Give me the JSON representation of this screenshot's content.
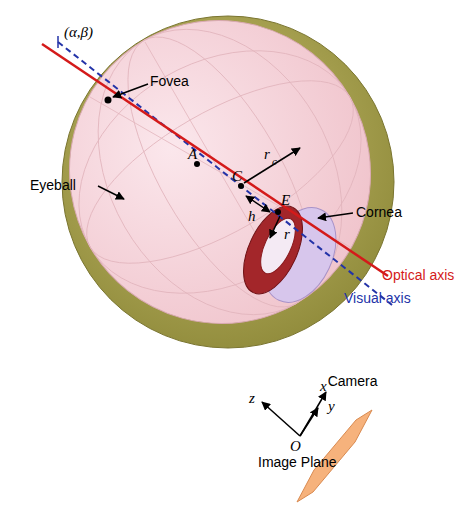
{
  "diagram": {
    "labels": [
      "(α,β)",
      "Fovea",
      "A",
      "C",
      "r",
      "c",
      "E",
      "h",
      "r",
      "Eyeball",
      "Cornea",
      "Optical axis",
      "Visual axis",
      "z",
      "x",
      "Camera",
      "y",
      "O",
      "Image Plane"
    ]
  }
}
